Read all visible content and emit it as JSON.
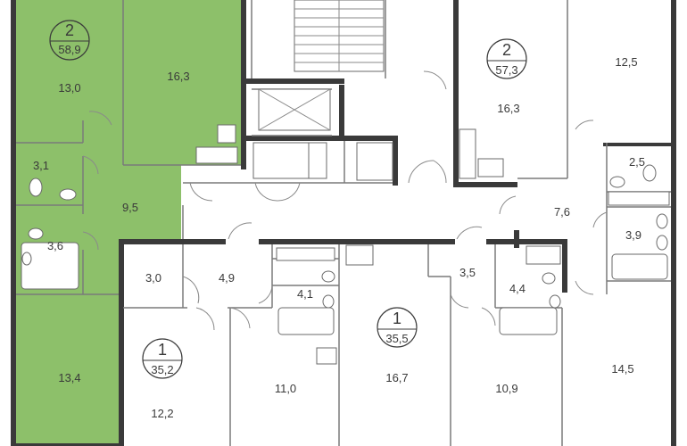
{
  "colors": {
    "highlight": "#8dc06a",
    "highlight_dark": "#5f8f3e",
    "wall": "#3a3a3a"
  },
  "apartments": [
    {
      "rooms": "2",
      "area": "58,9"
    },
    {
      "rooms": "2",
      "area": "57,3"
    },
    {
      "rooms": "1",
      "area": "35,5"
    },
    {
      "rooms": "1",
      "area": "35,2"
    }
  ],
  "room_areas": {
    "a_13_0": "13,0",
    "a_16_3_left": "16,3",
    "a_3_1": "3,1",
    "a_9_5": "9,5",
    "a_3_6": "3,6",
    "a_13_4": "13,4",
    "a_16_3_right": "16,3",
    "a_12_5": "12,5",
    "a_2_5": "2,5",
    "a_7_6": "7,6",
    "a_3_9": "3,9",
    "a_14_5": "14,5",
    "a_3_0": "3,0",
    "a_4_9": "4,9",
    "a_4_1": "4,1",
    "a_12_2": "12,2",
    "a_11_0": "11,0",
    "a_16_7": "16,7",
    "a_3_5": "3,5",
    "a_4_4": "4,4",
    "a_10_9": "10,9"
  }
}
